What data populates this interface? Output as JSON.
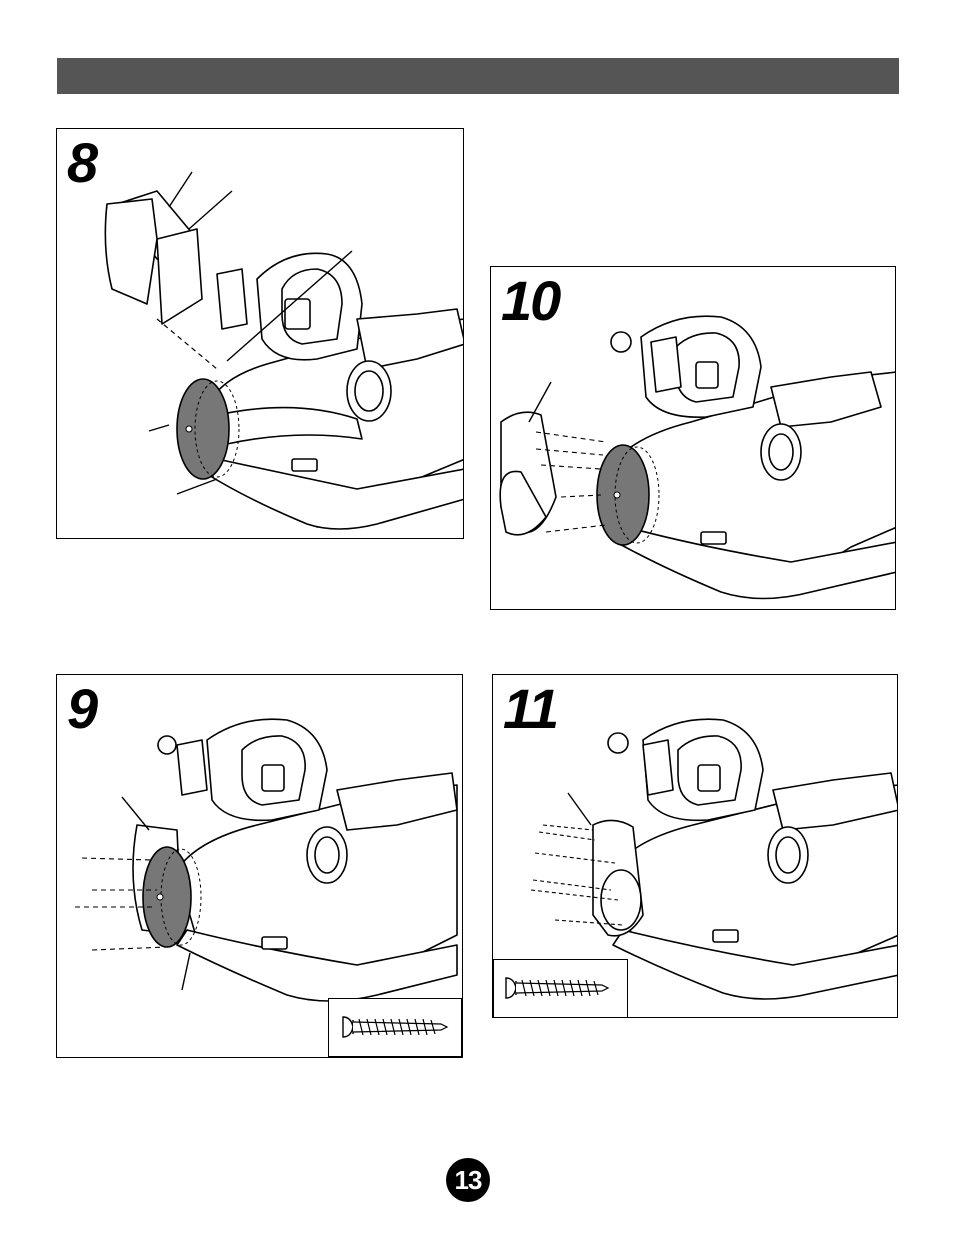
{
  "header": {
    "title": ""
  },
  "steps": [
    {
      "number": "8"
    },
    {
      "number": "10"
    },
    {
      "number": "9"
    },
    {
      "number": "11"
    }
  ],
  "page_number": "13",
  "colors": {
    "header_bar": "#555555",
    "wheel": "#777777",
    "ink": "#000000"
  }
}
